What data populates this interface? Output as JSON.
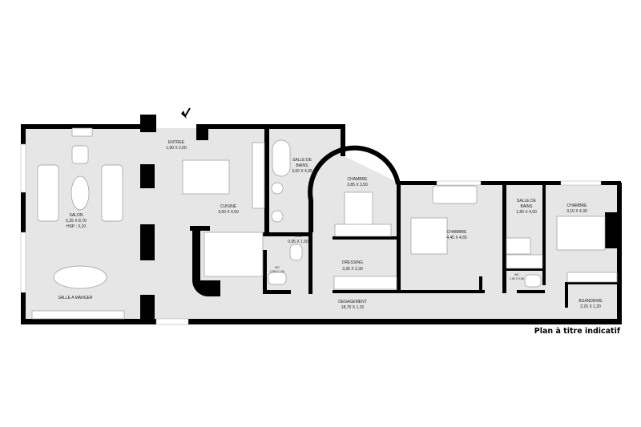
{
  "rooms": {
    "entree": {
      "name": "ENTREE",
      "dims": "1,90 X 2,00"
    },
    "salle_de_bains_1": {
      "name_line1": "SALLE DE",
      "name_line2": "BAINS",
      "dims": "3,00 X 4,05"
    },
    "chambre_1": {
      "name": "CHAMBRE",
      "dims": "3,85 X 3,50"
    },
    "salon": {
      "name": "SALON",
      "dims": "5,25 X 8,70",
      "hsp": "HSP : 3,10"
    },
    "cuisine": {
      "name": "CUISINE",
      "dims": "3,50 X 4,50"
    },
    "chambre_2": {
      "name": "CHAMBRE",
      "dims": "4,45 X 4,65"
    },
    "salle_de_bains_2": {
      "name_line1": "SALLE DE",
      "name_line2": "BAINS",
      "dims": "1,80 X 4,00"
    },
    "chambre_3": {
      "name": "CHAMBRE",
      "dims": "3,10 X 4,30"
    },
    "wc_1": {
      "name": "WC",
      "dims": "0,95 X 1,50"
    },
    "wc_2": {
      "name": "WC",
      "dims": "1,65 X 1,30"
    },
    "dressing": {
      "name": "DRESSING",
      "dims": "3,30 X 2,30"
    },
    "salle_a_manger": {
      "name": "SALLE A MANGER"
    },
    "degagement": {
      "name": "DEGAGEMENT",
      "dims": "18,70 X 1,15"
    },
    "wc_3": {
      "name": "WC",
      "dims": "1,65 X 0,85"
    },
    "buanderie": {
      "name": "BUANDERIE",
      "dims": "2,20 X 1,20"
    }
  },
  "note": "Plan à titre indicatif",
  "icons": [
    "entrance-arrow-icon"
  ],
  "colors": {
    "floor": "#e6e6e6",
    "wall": "#000000"
  }
}
